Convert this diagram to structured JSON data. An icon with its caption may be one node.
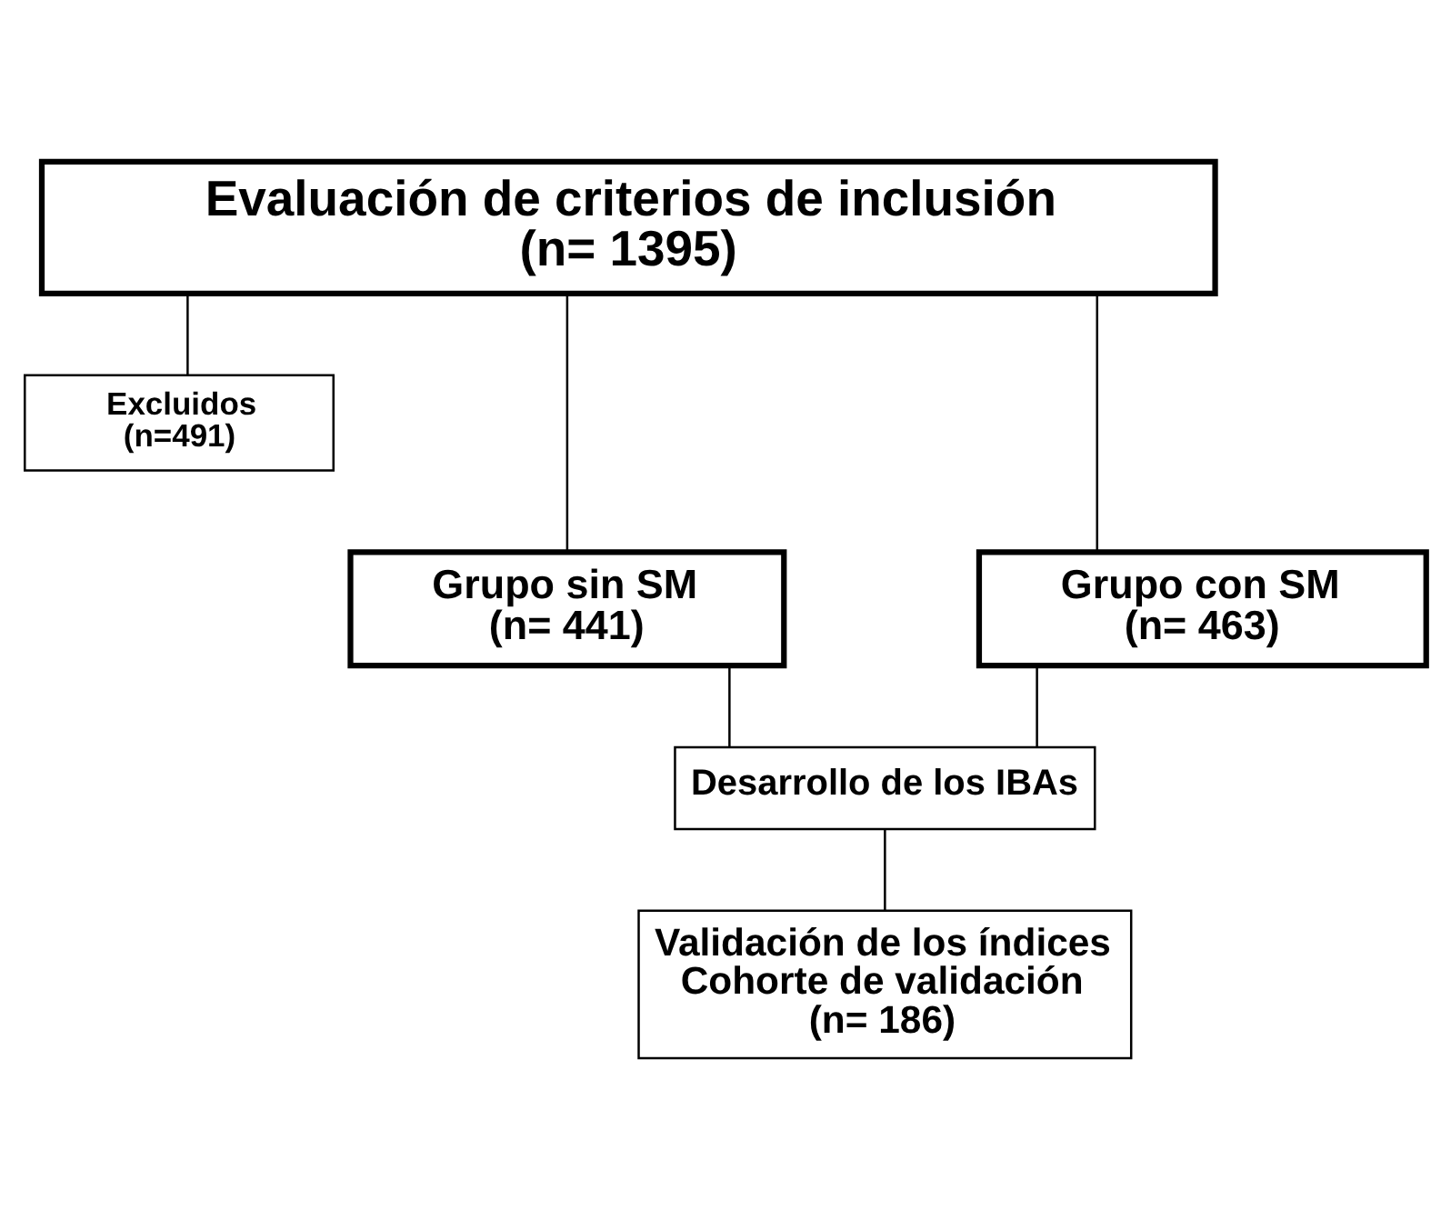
{
  "diagram": {
    "nodes": [
      {
        "text": [
          "Evaluación de criterios de inclusión",
          "(n= 1395)"
        ]
      },
      {
        "text": [
          "Excluidos",
          "(n=491)"
        ]
      },
      {
        "text": [
          "Grupo sin SM",
          "(n= 441)"
        ]
      },
      {
        "text": [
          "Grupo con SM",
          "(n= 463)"
        ]
      },
      {
        "text": [
          "Desarrollo de los IBAs"
        ]
      },
      {
        "text": [
          "Validación de los índices",
          "Cohorte de validación",
          "(n= 186)"
        ]
      }
    ],
    "edges": [
      {
        "from": 0,
        "to": 1,
        "arrow": "none"
      },
      {
        "from": 0,
        "to": 2,
        "arrow": "none"
      },
      {
        "from": 0,
        "to": 3,
        "arrow": "none"
      },
      {
        "from": 2,
        "to": 4,
        "arrow": "none"
      },
      {
        "from": 3,
        "to": 4,
        "arrow": "none"
      },
      {
        "from": 4,
        "to": 5,
        "arrow": "none"
      }
    ]
  }
}
